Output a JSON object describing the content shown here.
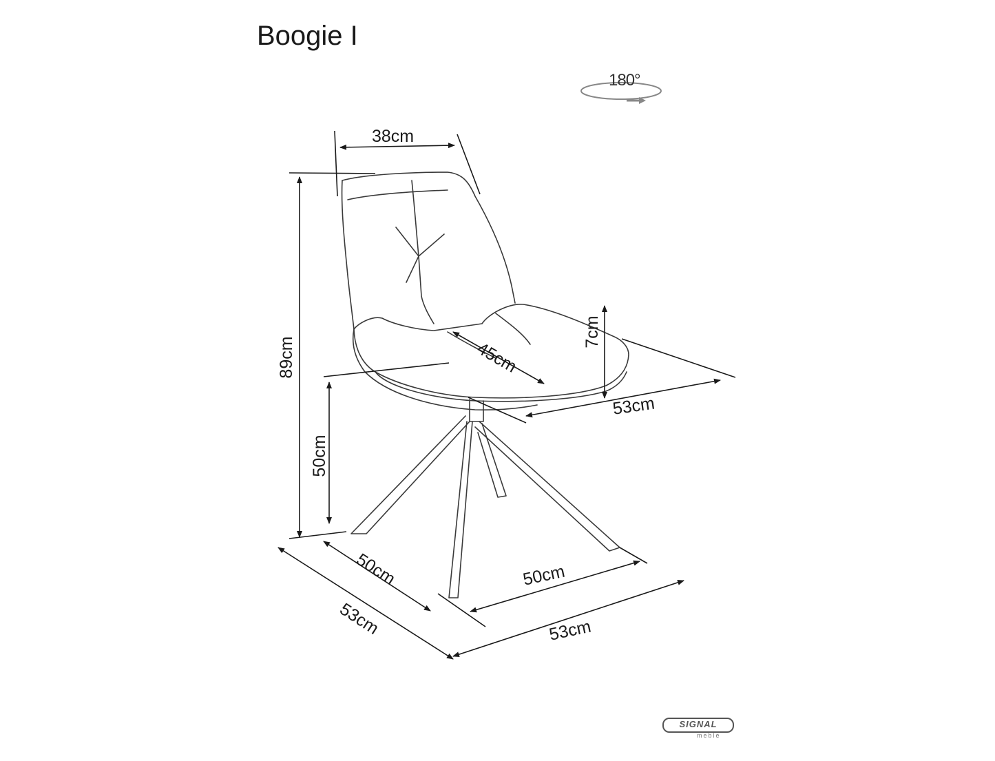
{
  "title": "Boogie I",
  "rotation_label": "180°",
  "dimensions": {
    "backrest_width": "38cm",
    "total_height": "89cm",
    "seat_height": "50cm",
    "seat_depth": "45cm",
    "seat_thickness": "7cm",
    "seat_width": "53cm",
    "base_depth": "50cm",
    "base_width": "50cm",
    "overall_depth": "53cm",
    "overall_width": "53cm"
  },
  "logo": {
    "brand": "SIGNAL",
    "sub": "meble"
  }
}
